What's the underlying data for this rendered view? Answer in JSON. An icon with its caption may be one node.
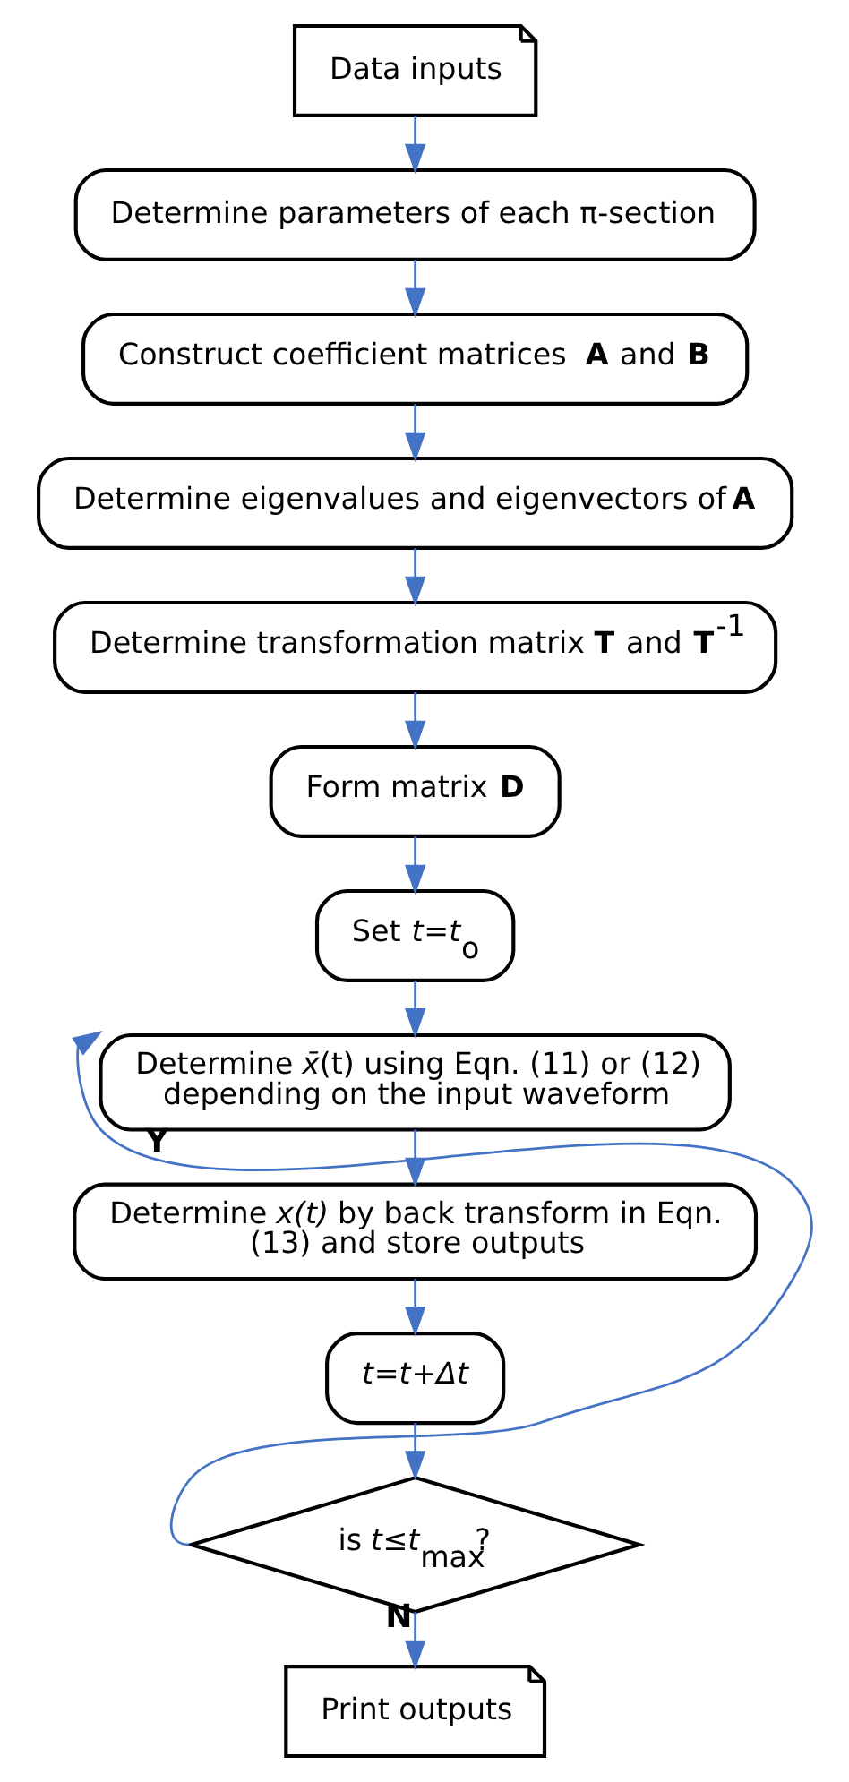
{
  "diagram": {
    "nodes": [
      {
        "text": [
          "Data inputs"
        ]
      },
      {
        "text": [
          "Determine parameters of each π-section"
        ]
      },
      {
        "text": [
          "Construct coefficient matrices  **A** and **B**"
        ]
      },
      {
        "text": [
          "Determine eigenvalues and eigenvectors of **A**"
        ]
      },
      {
        "text": [
          "Determine transformation matrix **T** and **T**$^{-1}$"
        ]
      },
      {
        "text": [
          "Form matrix **D**"
        ]
      },
      {
        "text": [
          "Set *t*=*t*$_{o}$"
        ]
      },
      {
        "text": [
          "Determine *x̄*(t) using Eqn. (11) or (12) depending on the input waveform"
        ]
      },
      {
        "text": [
          "Determine *x(t)* by back transform in Eqn. (13) and store outputs"
        ]
      },
      {
        "text": [
          "*t*=*t*+*Δt*"
        ]
      },
      {
        "text": [
          "is *t*≤*t*$_{max}$?"
        ]
      },
      {
        "text": [
          "Print outputs"
        ]
      }
    ],
    "edges": [
      {
        "from": 0,
        "to": 1,
        "arrow": "to"
      },
      {
        "from": 1,
        "to": 2,
        "arrow": "to"
      },
      {
        "from": 2,
        "to": 3,
        "arrow": "to"
      },
      {
        "from": 3,
        "to": 4,
        "arrow": "to"
      },
      {
        "from": 4,
        "to": 5,
        "arrow": "to"
      },
      {
        "from": 5,
        "to": 6,
        "arrow": "to"
      },
      {
        "from": 6,
        "to": 7,
        "arrow": "to"
      },
      {
        "from": 7,
        "to": 8,
        "arrow": "to"
      },
      {
        "from": 8,
        "to": 9,
        "arrow": "to"
      },
      {
        "from": 9,
        "to": 10,
        "arrow": "to"
      },
      {
        "from": 10,
        "to": 7,
        "arrow": "to",
        "label": "Y"
      },
      {
        "from": 10,
        "to": 11,
        "arrow": "to",
        "label": "N"
      }
    ]
  }
}
